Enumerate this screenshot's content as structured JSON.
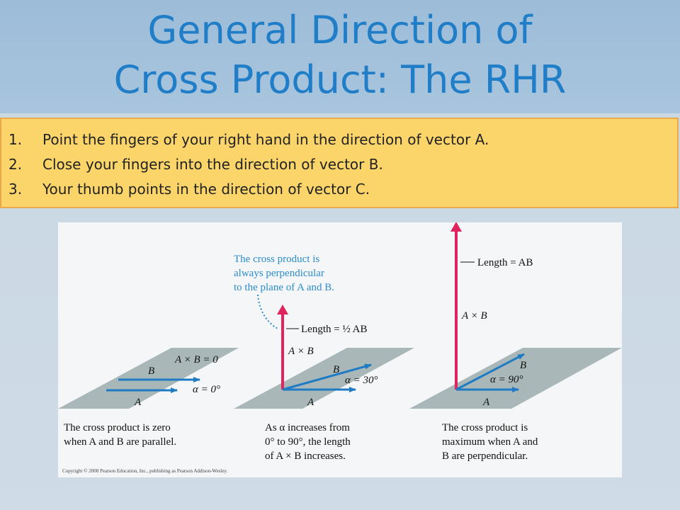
{
  "slide": {
    "title_line1": "General Direction of",
    "title_line2": "Cross Product: The RHR",
    "steps": [
      {
        "num": "1.",
        "text": "Point the fingers of your right hand in the direction of vector A."
      },
      {
        "num": "2.",
        "text": "Close your fingers into the direction of vector B."
      },
      {
        "num": "3.",
        "text": "Your thumb points in the direction of vector C."
      }
    ]
  },
  "figure": {
    "panel1": {
      "eq": "A × B = 0",
      "b_label": "B",
      "a_label": "A",
      "angle": "α = 0°",
      "caption1": "The cross product is zero",
      "caption2": "when A and B are parallel."
    },
    "panel2": {
      "note1": "The cross product is",
      "note2": "always perpendicular",
      "note3": "to the plane of A and B.",
      "length": "Length = ½ AB",
      "axb": "A × B",
      "b_label": "B",
      "a_label": "A",
      "angle": "α = 30°",
      "caption1": "As α increases from",
      "caption2": "0° to 90°, the length",
      "caption3": "of A × B increases."
    },
    "panel3": {
      "length": "Length = AB",
      "axb": "A × B",
      "b_label": "B",
      "a_label": "A",
      "angle": "α = 90°",
      "caption1": "The cross product is",
      "caption2": "maximum when A and",
      "caption3": "B are perpendicular."
    },
    "copyright": "Copyright © 2008 Pearson Education, Inc., publishing as Pearson Addison-Wesley.",
    "colors": {
      "vector_blue": "#1e7bc4",
      "vector_red": "#e0245e",
      "plane": "#a9b7b8",
      "note_blue": "#2a8ccf"
    }
  }
}
